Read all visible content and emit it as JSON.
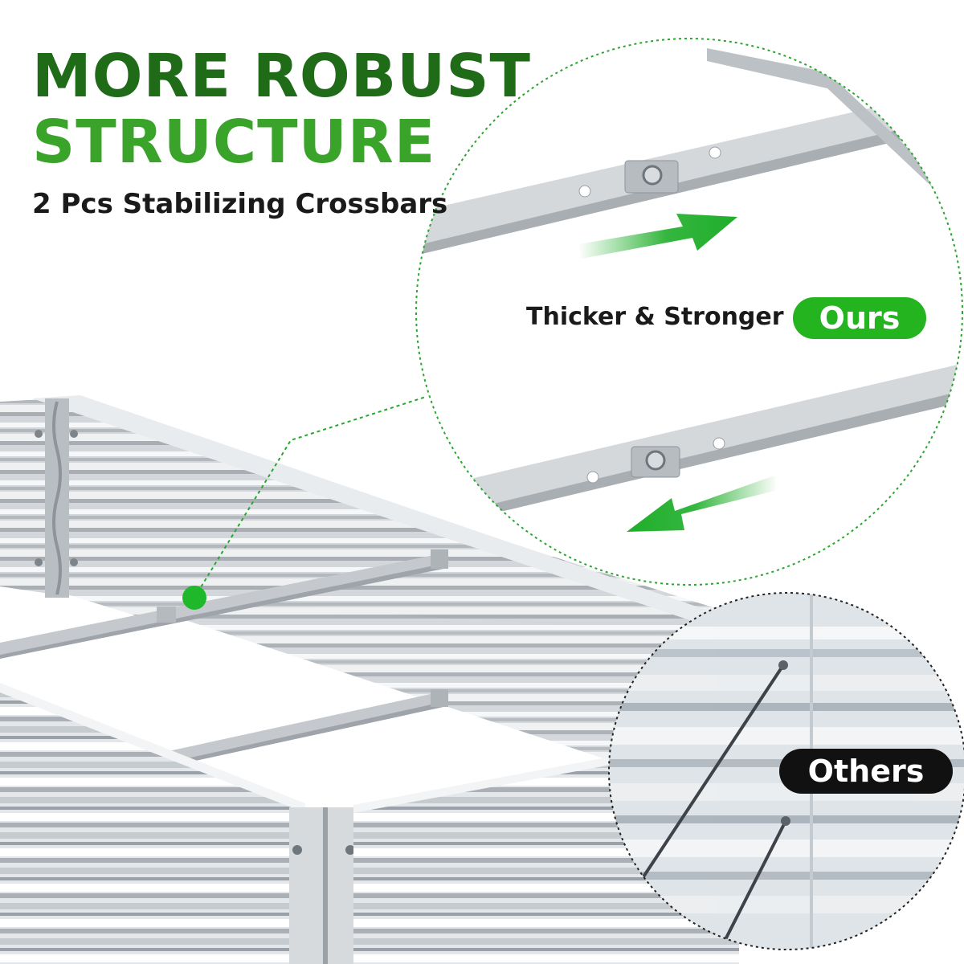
{
  "heading": {
    "line1": "MORE ROBUST",
    "line2": "STRUCTURE",
    "subtitle": "2 Pcs Stabilizing Crossbars"
  },
  "comparison": {
    "ours_caption": "Thicker & Stronger",
    "ours_badge": "Ours",
    "others_badge": "Others"
  },
  "colors": {
    "heading_dark_green": "#1f6b18",
    "heading_bright_green": "#3aa32a",
    "badge_green": "#23b41f",
    "badge_black": "#111111",
    "arrow_green": "#1fae2a",
    "metal_silver": "#c8ccd0"
  },
  "icons": [
    "arrow-right-icon",
    "arrow-left-icon",
    "highlight-dot-icon"
  ]
}
